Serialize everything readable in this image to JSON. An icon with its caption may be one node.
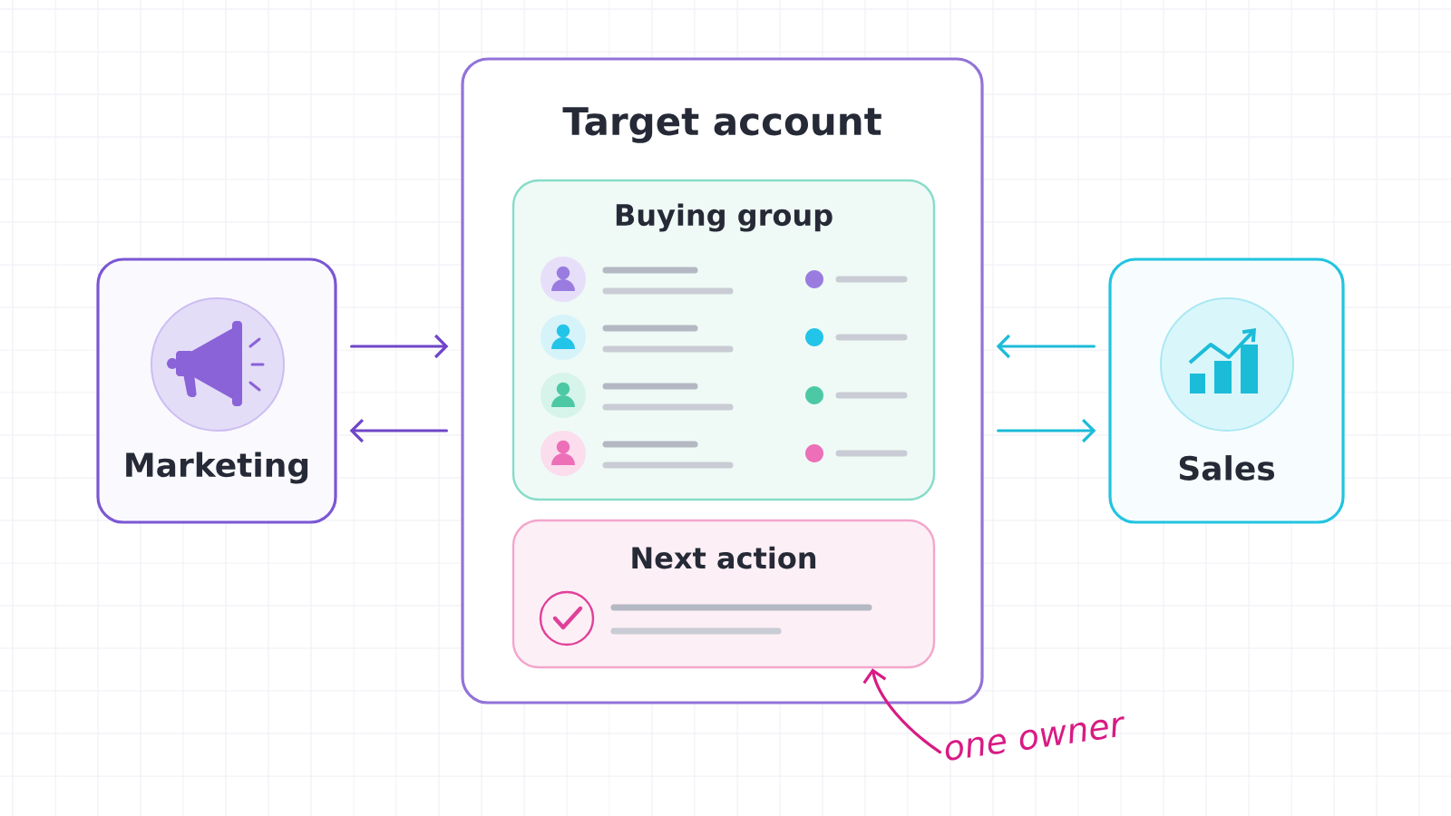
{
  "diagram": {
    "nodes": [
      {
        "text": [
          "Marketing"
        ]
      },
      {
        "text": [
          "Target account"
        ]
      },
      {
        "text": [
          "Buying group"
        ],
        "in": 1
      },
      {
        "text": [
          "Next action"
        ],
        "in": 1
      },
      {
        "text": [
          "Sales"
        ]
      },
      {
        "text": [
          "one owner"
        ]
      }
    ],
    "edges": [
      {
        "from": 0,
        "to": 1,
        "arrow": "to",
        "color": "#6f45c8"
      },
      {
        "from": 1,
        "to": 0,
        "arrow": "to",
        "color": "#6f45c8"
      },
      {
        "from": 4,
        "to": 1,
        "arrow": "to",
        "color": "#1cbcd9"
      },
      {
        "from": 1,
        "to": 4,
        "arrow": "to",
        "color": "#1cbcd9"
      },
      {
        "from": 5,
        "to": 3,
        "arrow": "to",
        "color": "#d81b84"
      }
    ]
  }
}
